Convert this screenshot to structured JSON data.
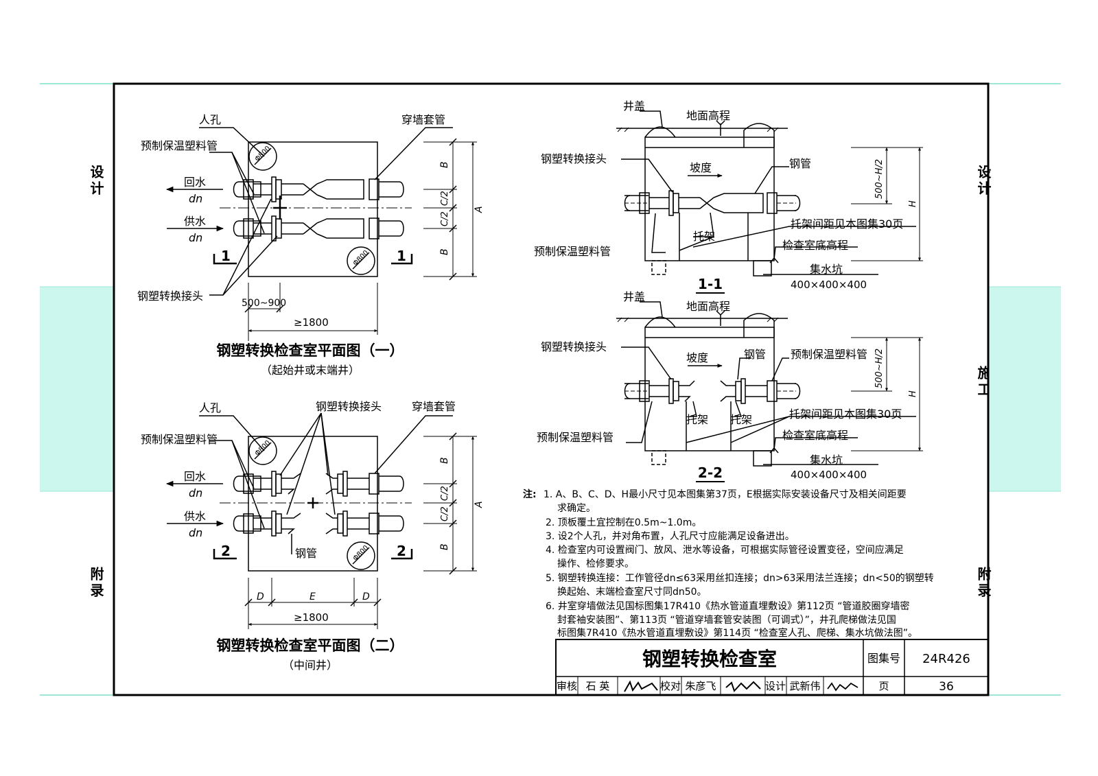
{
  "side_tabs": {
    "design": "设计",
    "construction": "施工",
    "appendix": "附录"
  },
  "colors": {
    "tab_accent": "#ccf7ee",
    "guide_line": "#9ee6d8",
    "ink": "#000000"
  },
  "plan1": {
    "manhole": "人孔",
    "insulated_pipe": "预制保温塑料管",
    "return_water": "回水",
    "supply_water": "供水",
    "dn": "dn",
    "wall_sleeve": "穿墙套管",
    "adapter": "钢塑转换接头",
    "section_mark": "1",
    "dim_range": "500~900",
    "dim_total": "≥1800",
    "dim_b": "B",
    "dim_c2": "C/2",
    "dim_a": "A",
    "manhole_size": "Φ800",
    "title": "钢塑转换检查室平面图（一）",
    "subtitle": "（起始井或末端井）"
  },
  "plan2": {
    "manhole": "人孔",
    "insulated_pipe": "预制保温塑料管",
    "adapter": "钢塑转换接头",
    "wall_sleeve": "穿墙套管",
    "return_water": "回水",
    "supply_water": "供水",
    "dn": "dn",
    "steel_pipe": "钢管",
    "section_mark": "2",
    "dim_d": "D",
    "dim_e": "E",
    "dim_total": "≥1800",
    "dim_b": "B",
    "dim_c2": "C/2",
    "dim_a": "A",
    "manhole_size": "Φ800",
    "title": "钢塑转换检查室平面图（二）",
    "subtitle": "（中间井）"
  },
  "section1": {
    "cover": "井盖",
    "ground": "地面高程",
    "adapter": "钢塑转换接头",
    "slope": "坡度",
    "steel_pipe": "钢管",
    "insulated_pipe": "预制保温塑料管",
    "support": "托架",
    "support_note": "托架间距见本图集30页",
    "bottom": "检查室底高程",
    "sump": "集水坑",
    "sump_size": "400×400×400",
    "dim_top": "500~H/2",
    "dim_h": "H",
    "label": "1-1"
  },
  "section2": {
    "cover": "井盖",
    "ground": "地面高程",
    "adapter": "钢塑转换接头",
    "slope": "坡度",
    "steel_pipe": "钢管",
    "insulated_pipe_right": "预制保温塑料管",
    "insulated_pipe_left": "预制保温塑料管",
    "support_a": "托架",
    "support_b": "托架",
    "support_note": "托架间距见本图集30页",
    "bottom": "检查室底高程",
    "sump": "集水坑",
    "sump_size": "400×400×400",
    "dim_top": "500~H/2",
    "dim_h": "H",
    "label": "2-2"
  },
  "notes": {
    "prefix": "注:",
    "lines": [
      "1. A、B、C、D、H最小尺寸见本图集第37页，E根据实际安装设备尺寸及相关间距要",
      "求确定。",
      "2. 顶板覆土宜控制在0.5m~1.0m。",
      "3. 设2个人孔，并对角布置，人孔尺寸应能满足设备进出。",
      "4. 检查室内可设置阀门、放风、泄水等设备，可根据实际管径设置变径，空间应满足",
      "操作、检修要求。",
      "5. 钢塑转换连接：工作管径dn≤63采用丝扣连接；dn>63采用法兰连接；dn<50的钢塑转",
      "换起始、末端检查室尺寸同dn50。",
      "6. 井室穿墙做法见国标图集17R410《热水管道直埋敷设》第112页 “管道胶圈穿墙密",
      "封套袖安装图”、第113页 “管道穿墙套管安装图（可调式）”，井孔爬梯做法见国",
      "标图集7R410《热水管道直埋敷设》第114页 “检查室人孔、爬梯、集水坑做法图”。"
    ]
  },
  "title_block": {
    "title": "钢塑转换检查室",
    "atlas_label": "图集号",
    "atlas_no": "24R426",
    "review_label": "审核",
    "reviewer": "石 英",
    "check_label": "校对",
    "checker": "朱彦飞",
    "design_label": "设计",
    "designer": "武新伟",
    "page_label": "页",
    "page_no": "36"
  }
}
